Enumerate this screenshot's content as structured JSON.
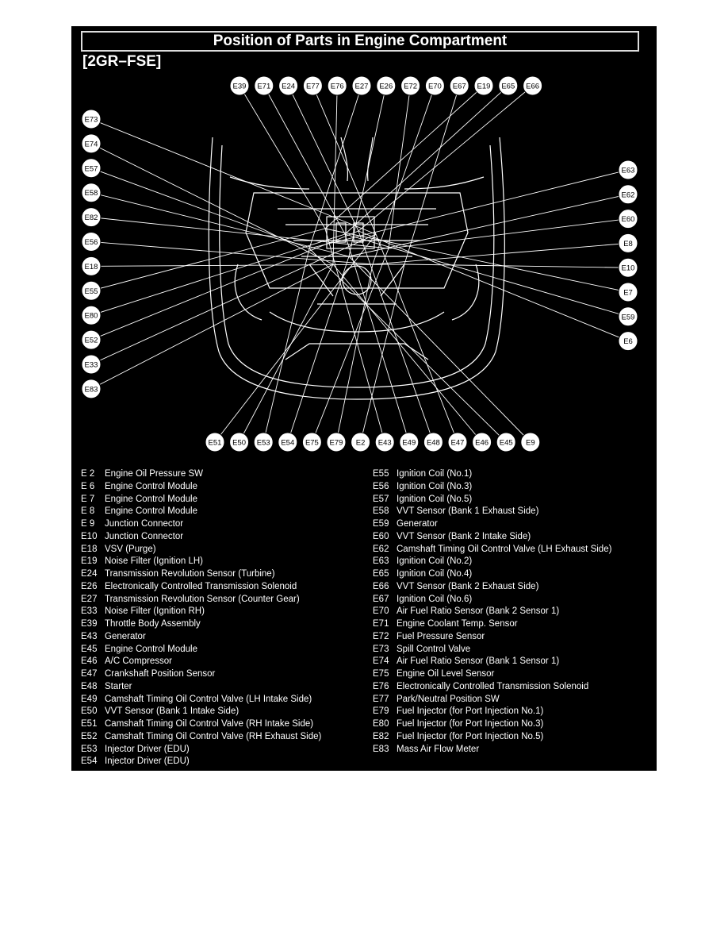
{
  "title": "Position of Parts in Engine Compartment",
  "engine_code": "[2GR–FSE]",
  "callouts": {
    "top": [
      "E39",
      "E71",
      "E24",
      "E77",
      "E76",
      "E27",
      "E26",
      "E72",
      "E70",
      "E67",
      "E19",
      "E65",
      "E66"
    ],
    "left": [
      "E73",
      "E74",
      "E57",
      "E58",
      "E82",
      "E56",
      "E18",
      "E55",
      "E80",
      "E52",
      "E33",
      "E83"
    ],
    "right": [
      "E63",
      "E62",
      "E60",
      "E8",
      "E10",
      "E7",
      "E59",
      "E6"
    ],
    "bottom": [
      "E51",
      "E50",
      "E53",
      "E54",
      "E75",
      "E79",
      "E2",
      "E43",
      "E49",
      "E48",
      "E47",
      "E46",
      "E45",
      "E9"
    ]
  },
  "legend_left": [
    {
      "code": "E 2",
      "name": "Engine Oil Pressure SW"
    },
    {
      "code": "E 6",
      "name": "Engine Control Module"
    },
    {
      "code": "E 7",
      "name": "Engine Control Module"
    },
    {
      "code": "E 8",
      "name": "Engine Control Module"
    },
    {
      "code": "E 9",
      "name": "Junction Connector"
    },
    {
      "code": "E10",
      "name": "Junction Connector"
    },
    {
      "code": "E18",
      "name": "VSV (Purge)"
    },
    {
      "code": "E19",
      "name": "Noise Filter (Ignition LH)"
    },
    {
      "code": "E24",
      "name": "Transmission Revolution Sensor (Turbine)"
    },
    {
      "code": "E26",
      "name": "Electronically Controlled Transmission Solenoid"
    },
    {
      "code": "E27",
      "name": "Transmission Revolution Sensor (Counter Gear)"
    },
    {
      "code": "E33",
      "name": "Noise Filter (Ignition RH)"
    },
    {
      "code": "E39",
      "name": "Throttle Body Assembly"
    },
    {
      "code": "E43",
      "name": "Generator"
    },
    {
      "code": "E45",
      "name": "Engine Control Module"
    },
    {
      "code": "E46",
      "name": "A/C Compressor"
    },
    {
      "code": "E47",
      "name": "Crankshaft Position Sensor"
    },
    {
      "code": "E48",
      "name": "Starter"
    },
    {
      "code": "E49",
      "name": "Camshaft Timing Oil Control Valve (LH Intake Side)"
    },
    {
      "code": "E50",
      "name": "VVT Sensor (Bank 1 Intake Side)"
    },
    {
      "code": "E51",
      "name": "Camshaft Timing Oil Control Valve (RH Intake Side)"
    },
    {
      "code": "E52",
      "name": "Camshaft Timing Oil Control Valve (RH Exhaust Side)"
    },
    {
      "code": "E53",
      "name": "Injector Driver (EDU)"
    },
    {
      "code": "E54",
      "name": "Injector Driver (EDU)"
    }
  ],
  "legend_right": [
    {
      "code": "E55",
      "name": "Ignition Coil (No.1)"
    },
    {
      "code": "E56",
      "name": "Ignition Coil (No.3)"
    },
    {
      "code": "E57",
      "name": "Ignition Coil (No.5)"
    },
    {
      "code": "E58",
      "name": "VVT Sensor (Bank 1 Exhaust Side)"
    },
    {
      "code": "E59",
      "name": "Generator"
    },
    {
      "code": "E60",
      "name": "VVT Sensor (Bank 2 Intake Side)"
    },
    {
      "code": "E62",
      "name": "Camshaft Timing Oil Control Valve (LH Exhaust Side)"
    },
    {
      "code": "E63",
      "name": "Ignition Coil (No.2)"
    },
    {
      "code": "E65",
      "name": "Ignition Coil (No.4)"
    },
    {
      "code": "E66",
      "name": "VVT Sensor (Bank 2 Exhaust Side)"
    },
    {
      "code": "E67",
      "name": "Ignition Coil (No.6)"
    },
    {
      "code": "E70",
      "name": "Air Fuel Ratio Sensor (Bank 2 Sensor 1)"
    },
    {
      "code": "E71",
      "name": "Engine Coolant Temp. Sensor"
    },
    {
      "code": "E72",
      "name": "Fuel Pressure Sensor"
    },
    {
      "code": "E73",
      "name": "Spill Control Valve"
    },
    {
      "code": "E74",
      "name": "Air Fuel Ratio Sensor (Bank 1 Sensor 1)"
    },
    {
      "code": "E75",
      "name": "Engine Oil Level Sensor"
    },
    {
      "code": "E76",
      "name": "Electronically Controlled Transmission Solenoid"
    },
    {
      "code": "E77",
      "name": "Park/Neutral Position SW"
    },
    {
      "code": "E79",
      "name": "Fuel Injector (for Port Injection No.1)"
    },
    {
      "code": "E80",
      "name": "Fuel Injector (for Port Injection No.3)"
    },
    {
      "code": "E82",
      "name": "Fuel Injector (for Port Injection No.5)"
    },
    {
      "code": "E83",
      "name": "Mass Air Flow Meter"
    }
  ],
  "colors": {
    "background": "#000000",
    "foreground": "#ffffff",
    "callout_fill": "#ffffff"
  }
}
